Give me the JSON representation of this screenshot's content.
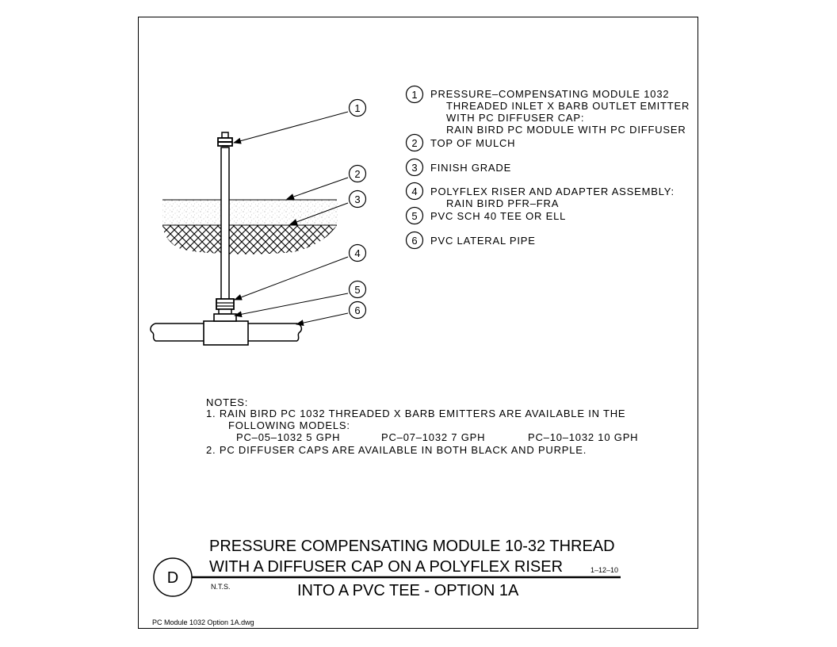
{
  "callouts": [
    {
      "num": "1",
      "lines": [
        "PRESSURE–COMPENSATING MODULE 1032",
        "THREADED INLET X BARB OUTLET EMITTER",
        "WITH PC DIFFUSER CAP:",
        "RAIN BIRD PC MODULE WITH PC DIFFUSER"
      ]
    },
    {
      "num": "2",
      "lines": [
        "TOP OF MULCH"
      ]
    },
    {
      "num": "3",
      "lines": [
        "FINISH GRADE"
      ]
    },
    {
      "num": "4",
      "lines": [
        "POLYFLEX RISER AND ADAPTER ASSEMBLY:",
        "RAIN BIRD PFR–FRA"
      ]
    },
    {
      "num": "5",
      "lines": [
        "PVC SCH 40 TEE OR ELL"
      ]
    },
    {
      "num": "6",
      "lines": [
        "PVC LATERAL PIPE"
      ]
    }
  ],
  "notes": {
    "heading": "NOTES:",
    "line1": "1. RAIN BIRD PC 1032 THREADED X BARB EMITTERS ARE AVAILABLE IN THE",
    "line2": "FOLLOWING MODELS:",
    "models": [
      "PC–05–1032   5 GPH",
      "PC–07–1032   7 GPH",
      "PC–10–1032  10 GPH"
    ],
    "line3": "2. PC DIFFUSER CAPS ARE AVAILABLE IN BOTH BLACK AND PURPLE."
  },
  "title_block": {
    "detail_letter": "D",
    "title_line1": "PRESSURE COMPENSATING MODULE 10-32 THREAD",
    "title_line2": "WITH A DIFFUSER CAP ON A POLYFLEX RISER",
    "title_line3": "INTO A PVC TEE - OPTION 1A",
    "date": "1–12–10",
    "scale": "N.T.S."
  },
  "filename": "PC Module  1032  Option  1A.dwg"
}
